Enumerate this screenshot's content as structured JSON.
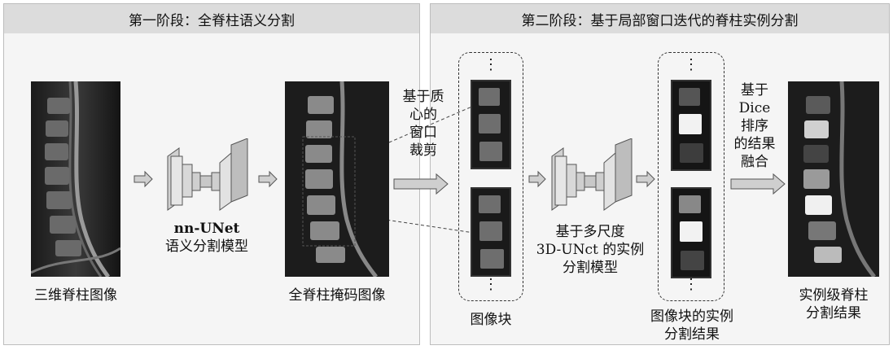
{
  "stage1": {
    "title": "第一阶段：全脊柱语义分割"
  },
  "stage2": {
    "title": "第二阶段：基于局部窗口迭代的脊柱实例分割"
  },
  "labels": {
    "input_image": "三维脊柱图像",
    "nnunet_line1": "nn-UNet",
    "nnunet_line2": "语义分割模型",
    "mask_image": "全脊柱掩码图像",
    "crop_text": [
      "基于质",
      "心的",
      "窗口",
      "裁剪"
    ],
    "patches": "图像块",
    "model_text": [
      "基于多尺度",
      "3D-UNct 的实例",
      "分割模型"
    ],
    "patch_results": [
      "图像块的实例",
      "分割结果"
    ],
    "fusion_text": [
      "基于",
      "Dice",
      "排序",
      "的结果",
      "融合"
    ],
    "final_result": [
      "实例级脊柱",
      "分割结果"
    ]
  },
  "colors": {
    "panel_bg": "#f5f5f5",
    "header_bg": "#dcdcdc",
    "arrow_fill": "#cfcfcf",
    "arrow_stroke": "#555555"
  }
}
